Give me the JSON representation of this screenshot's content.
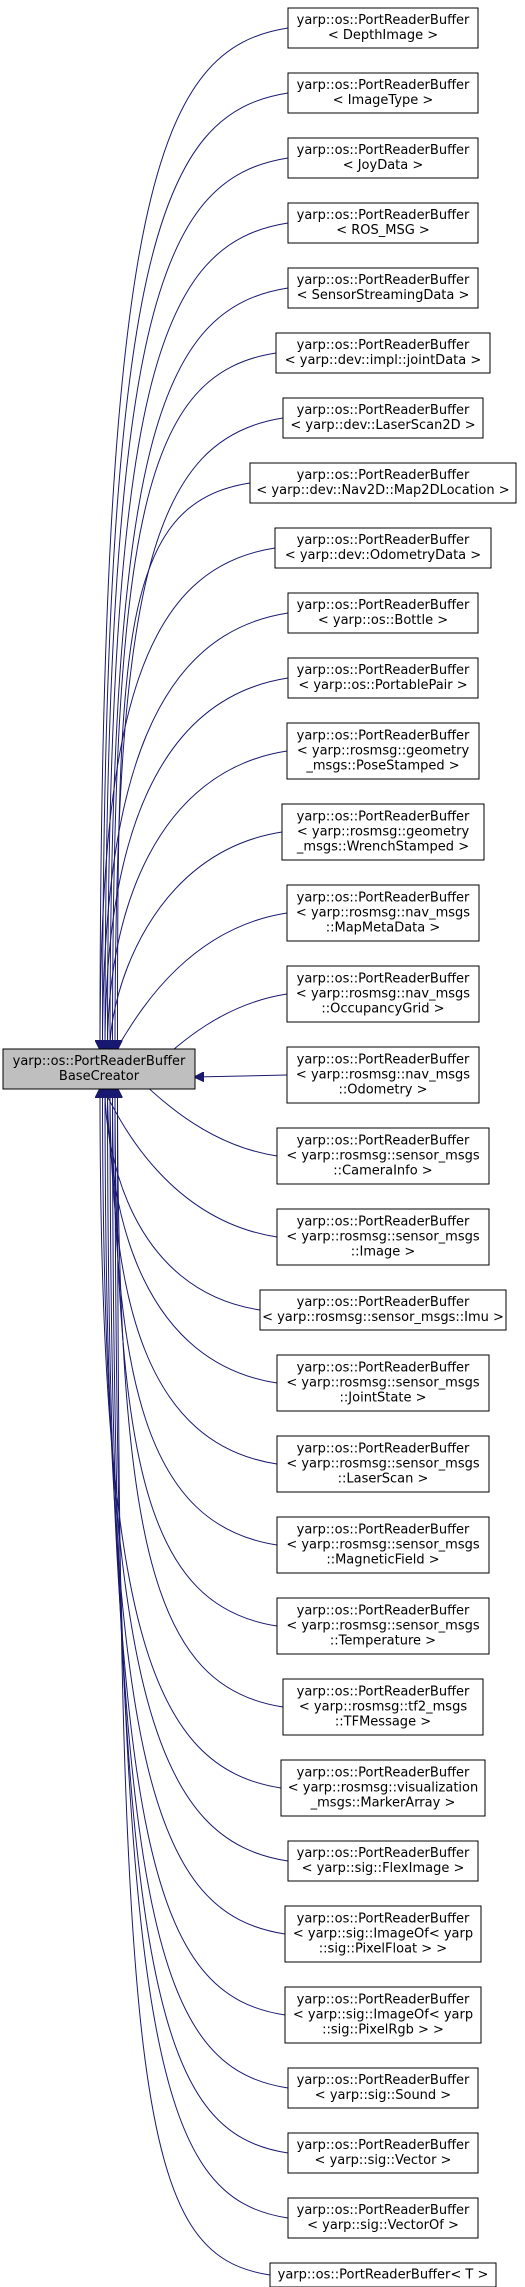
{
  "diagram": {
    "base": {
      "lines": [
        "yarp::os::PortReaderBuffer",
        "BaseCreator"
      ],
      "fill": "#bfbfbf"
    },
    "edge_color": "#191970",
    "derived": [
      {
        "lines": [
          "yarp::os::PortReaderBuffer",
          "< DepthImage >"
        ]
      },
      {
        "lines": [
          "yarp::os::PortReaderBuffer",
          "< ImageType >"
        ]
      },
      {
        "lines": [
          "yarp::os::PortReaderBuffer",
          "< JoyData >"
        ]
      },
      {
        "lines": [
          "yarp::os::PortReaderBuffer",
          "< ROS_MSG >"
        ]
      },
      {
        "lines": [
          "yarp::os::PortReaderBuffer",
          "< SensorStreamingData >"
        ]
      },
      {
        "lines": [
          "yarp::os::PortReaderBuffer",
          "< yarp::dev::impl::jointData >"
        ]
      },
      {
        "lines": [
          "yarp::os::PortReaderBuffer",
          "< yarp::dev::LaserScan2D >"
        ]
      },
      {
        "lines": [
          "yarp::os::PortReaderBuffer",
          "< yarp::dev::Nav2D::Map2DLocation >"
        ]
      },
      {
        "lines": [
          "yarp::os::PortReaderBuffer",
          "< yarp::dev::OdometryData >"
        ]
      },
      {
        "lines": [
          "yarp::os::PortReaderBuffer",
          "< yarp::os::Bottle >"
        ]
      },
      {
        "lines": [
          "yarp::os::PortReaderBuffer",
          "< yarp::os::PortablePair >"
        ]
      },
      {
        "lines": [
          "yarp::os::PortReaderBuffer",
          "< yarp::rosmsg::geometry",
          "_msgs::PoseStamped >"
        ]
      },
      {
        "lines": [
          "yarp::os::PortReaderBuffer",
          "< yarp::rosmsg::geometry",
          "_msgs::WrenchStamped >"
        ]
      },
      {
        "lines": [
          "yarp::os::PortReaderBuffer",
          "< yarp::rosmsg::nav_msgs",
          "::MapMetaData >"
        ]
      },
      {
        "lines": [
          "yarp::os::PortReaderBuffer",
          "< yarp::rosmsg::nav_msgs",
          "::OccupancyGrid >"
        ]
      },
      {
        "lines": [
          "yarp::os::PortReaderBuffer",
          "< yarp::rosmsg::nav_msgs",
          "::Odometry >"
        ]
      },
      {
        "lines": [
          "yarp::os::PortReaderBuffer",
          "< yarp::rosmsg::sensor_msgs",
          "::CameraInfo >"
        ]
      },
      {
        "lines": [
          "yarp::os::PortReaderBuffer",
          "< yarp::rosmsg::sensor_msgs",
          "::Image >"
        ]
      },
      {
        "lines": [
          "yarp::os::PortReaderBuffer",
          "< yarp::rosmsg::sensor_msgs::Imu >"
        ]
      },
      {
        "lines": [
          "yarp::os::PortReaderBuffer",
          "< yarp::rosmsg::sensor_msgs",
          "::JointState >"
        ]
      },
      {
        "lines": [
          "yarp::os::PortReaderBuffer",
          "< yarp::rosmsg::sensor_msgs",
          "::LaserScan >"
        ]
      },
      {
        "lines": [
          "yarp::os::PortReaderBuffer",
          "< yarp::rosmsg::sensor_msgs",
          "::MagneticField >"
        ]
      },
      {
        "lines": [
          "yarp::os::PortReaderBuffer",
          "< yarp::rosmsg::sensor_msgs",
          "::Temperature >"
        ]
      },
      {
        "lines": [
          "yarp::os::PortReaderBuffer",
          "< yarp::rosmsg::tf2_msgs",
          "::TFMessage >"
        ]
      },
      {
        "lines": [
          "yarp::os::PortReaderBuffer",
          "< yarp::rosmsg::visualization",
          "_msgs::MarkerArray >"
        ]
      },
      {
        "lines": [
          "yarp::os::PortReaderBuffer",
          "< yarp::sig::FlexImage >"
        ]
      },
      {
        "lines": [
          "yarp::os::PortReaderBuffer",
          "< yarp::sig::ImageOf< yarp",
          "::sig::PixelFloat > >"
        ]
      },
      {
        "lines": [
          "yarp::os::PortReaderBuffer",
          "< yarp::sig::ImageOf< yarp",
          "::sig::PixelRgb > >"
        ]
      },
      {
        "lines": [
          "yarp::os::PortReaderBuffer",
          "< yarp::sig::Sound >"
        ]
      },
      {
        "lines": [
          "yarp::os::PortReaderBuffer",
          "< yarp::sig::Vector >"
        ]
      },
      {
        "lines": [
          "yarp::os::PortReaderBuffer",
          "< yarp::sig::VectorOf >"
        ]
      },
      {
        "lines": [
          "yarp::os::PortReaderBuffer< T >"
        ]
      }
    ]
  }
}
